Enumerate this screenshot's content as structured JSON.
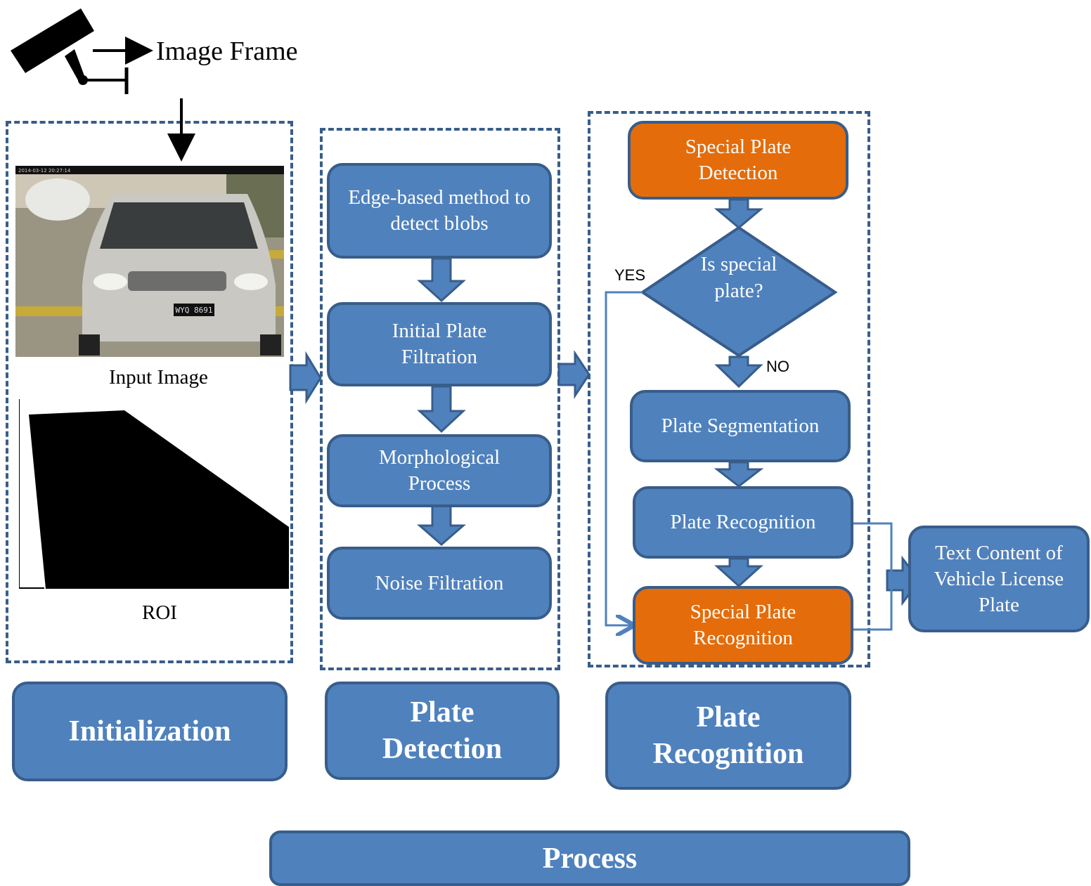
{
  "header": {
    "image_frame_label": "Image Frame"
  },
  "initialization": {
    "input_image_label": "Input Image",
    "roi_label": "ROI",
    "camera_timestamp": "2014-03-12 20:27:14",
    "plate_text": "WYQ 8691"
  },
  "plate_detection": {
    "steps": [
      "Edge-based method to detect blobs",
      "Initial Plate Filtration",
      "Morphological Process",
      "Noise Filtration"
    ]
  },
  "plate_recognition": {
    "special_detection": "Special Plate Detection",
    "decision": "Is special plate?",
    "yes_label": "YES",
    "no_label": "NO",
    "segmentation": "Plate Segmentation",
    "recognition": "Plate Recognition",
    "special_recognition": "Special Plate Recognition"
  },
  "output": {
    "label": "Text Content of Vehicle License Plate"
  },
  "stages": {
    "initialization": "Initialization",
    "plate_detection": "Plate Detection",
    "plate_recognition": "Plate Recognition",
    "process": "Process"
  },
  "colors": {
    "box_fill": "#4f81bd",
    "box_border": "#385d8a",
    "orange": "#e46c0a"
  }
}
